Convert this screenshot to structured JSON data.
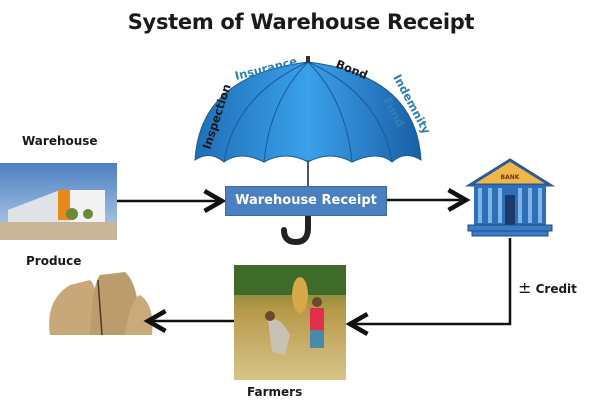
{
  "title": "System of Warehouse Receipt",
  "umbrella": {
    "labels": [
      {
        "text": "Inspection",
        "color": "#1a1a1a"
      },
      {
        "text": "Insurance",
        "color": "#2f7fb5"
      },
      {
        "text": "Bond",
        "color": "#1a1a1a"
      },
      {
        "text": "Indemnity",
        "color": "#2f7fb5"
      },
      {
        "text": "Fund",
        "color": "#2f7fb5"
      }
    ],
    "canopy_color": "#2a86d6"
  },
  "nodes": {
    "warehouse": {
      "label": "Warehouse"
    },
    "receipt": {
      "label": "Warehouse Receipt"
    },
    "bank": {
      "label": "BANK"
    },
    "credit": {
      "symbol": "±",
      "label": "Credit"
    },
    "farmers": {
      "label": "Farmers"
    },
    "produce": {
      "label": "Produce"
    }
  }
}
